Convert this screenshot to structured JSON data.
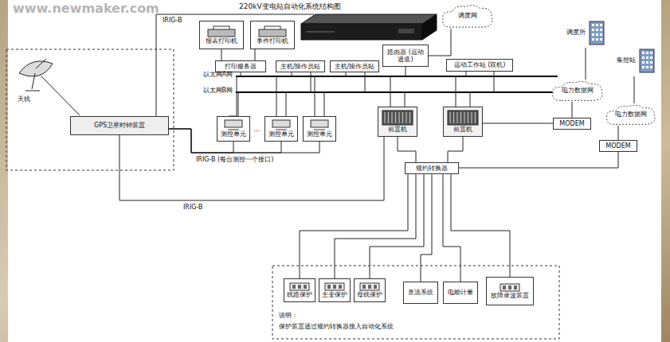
{
  "diagram": {
    "title": "220kV变电站自动化系统结构图",
    "nodes": [
      {
        "text": [
          "GPS卫星时钟装置"
        ]
      },
      {
        "text": [
          "报表打印机"
        ]
      },
      {
        "text": [
          "事件打印机"
        ]
      },
      {
        "text": [
          "打印服务器"
        ]
      },
      {
        "text": [
          "主机/操作员站"
        ]
      },
      {
        "text": [
          "主机/操作员站"
        ]
      },
      {
        "text": [
          "调度网"
        ]
      },
      {
        "text": [
          "路由器 (远动通道)"
        ]
      },
      {
        "text": [
          "远动工作站 (双机)"
        ]
      },
      {
        "text": [
          "以太网A网"
        ]
      },
      {
        "text": [
          "以太网B网"
        ]
      },
      {
        "text": [
          "测控单元"
        ]
      },
      {
        "text": [
          "测控单元"
        ]
      },
      {
        "text": [
          "测控单元"
        ]
      },
      {
        "text": [
          "前置机"
        ]
      },
      {
        "text": [
          "前置机"
        ]
      },
      {
        "text": [
          "调度所"
        ]
      },
      {
        "text": [
          "集控站"
        ]
      },
      {
        "text": [
          "电力数据网"
        ]
      },
      {
        "text": [
          "电力数据网"
        ]
      },
      {
        "text": [
          "MODEM"
        ]
      },
      {
        "text": [
          "MODEM"
        ]
      },
      {
        "text": [
          "规约转换器"
        ]
      },
      {
        "text": [
          "线路保护"
        ]
      },
      {
        "text": [
          "主变保护"
        ]
      },
      {
        "text": [
          "母线保护"
        ]
      },
      {
        "text": [
          "直流系统"
        ]
      },
      {
        "text": [
          "电能计量"
        ]
      },
      {
        "text": [
          "故障录波装置"
        ]
      }
    ],
    "edges": [
      {
        "from": 1,
        "to": 3,
        "arrow": "none"
      },
      {
        "from": 2,
        "to": 3,
        "arrow": "none"
      },
      {
        "from": 3,
        "to": 9,
        "arrow": "none"
      },
      {
        "from": 4,
        "to": 9,
        "arrow": "none"
      },
      {
        "from": 4,
        "to": 10,
        "arrow": "none"
      },
      {
        "from": 5,
        "to": 9,
        "arrow": "none"
      },
      {
        "from": 5,
        "to": 10,
        "arrow": "none"
      },
      {
        "from": 6,
        "to": 7,
        "arrow": "none"
      },
      {
        "from": 7,
        "to": 9,
        "arrow": "none"
      },
      {
        "from": 8,
        "to": 9,
        "arrow": "none"
      },
      {
        "from": 8,
        "to": 10,
        "arrow": "none"
      },
      {
        "from": 11,
        "to": 9,
        "arrow": "none"
      },
      {
        "from": 11,
        "to": 10,
        "arrow": "none"
      },
      {
        "from": 12,
        "to": 9,
        "arrow": "none"
      },
      {
        "from": 12,
        "to": 10,
        "arrow": "none"
      },
      {
        "from": 13,
        "to": 9,
        "arrow": "none"
      },
      {
        "from": 13,
        "to": 10,
        "arrow": "none"
      },
      {
        "from": 14,
        "to": 9,
        "arrow": "none"
      },
      {
        "from": 14,
        "to": 10,
        "arrow": "none"
      },
      {
        "from": 15,
        "to": 9,
        "arrow": "none"
      },
      {
        "from": 15,
        "to": 10,
        "arrow": "none"
      },
      {
        "from": 14,
        "to": 22,
        "arrow": "none"
      },
      {
        "from": 15,
        "to": 22,
        "arrow": "none"
      },
      {
        "from": 0,
        "to": 11,
        "arrow": "none"
      },
      {
        "from": 0,
        "to": 12,
        "arrow": "none"
      },
      {
        "from": 0,
        "to": 13,
        "arrow": "none"
      },
      {
        "from": 0,
        "to": 14,
        "arrow": "none"
      },
      {
        "from": 16,
        "to": 18,
        "arrow": "none"
      },
      {
        "from": 17,
        "to": 19,
        "arrow": "none"
      },
      {
        "from": 18,
        "to": 20,
        "arrow": "none"
      },
      {
        "from": 19,
        "to": 21,
        "arrow": "none"
      },
      {
        "from": 20,
        "to": 15,
        "arrow": "none"
      },
      {
        "from": 21,
        "to": 22,
        "arrow": "none"
      },
      {
        "from": 22,
        "to": 23,
        "arrow": "none"
      },
      {
        "from": 22,
        "to": 24,
        "arrow": "none"
      },
      {
        "from": 22,
        "to": 25,
        "arrow": "none"
      },
      {
        "from": 22,
        "to": 26,
        "arrow": "none"
      },
      {
        "from": 22,
        "to": 27,
        "arrow": "none"
      },
      {
        "from": 22,
        "to": 28,
        "arrow": "none"
      }
    ],
    "labels": [
      "www.newmaker.com",
      "天线",
      "IRIG-B",
      "IRIG-B (每台测控一个接口)",
      "IRIG-B",
      "…",
      "说明：",
      "保护装置通过规约转换器接入自动化系统"
    ]
  }
}
